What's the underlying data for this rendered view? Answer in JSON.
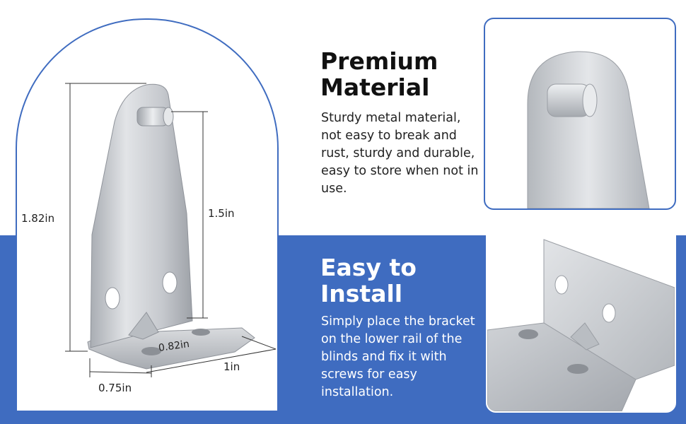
{
  "colors": {
    "accent": "#3f6cc0",
    "metal": "#c9ccd1",
    "text_dark": "#111111"
  },
  "dimensions": {
    "height_total": "1.82in",
    "height_pin": "1.5in",
    "hole_spacing": "0.82in",
    "depth": "1in",
    "width": "0.75in"
  },
  "features": [
    {
      "title_line1": "Premium",
      "title_line2": "Material",
      "description": "Sturdy metal material, not easy to break and rust, sturdy and durable, easy to store when not in use."
    },
    {
      "title_line1": "Easy to",
      "title_line2": "Install",
      "description": "Simply place the bracket on the lower rail of the blinds and fix it with screws for easy installation."
    }
  ]
}
